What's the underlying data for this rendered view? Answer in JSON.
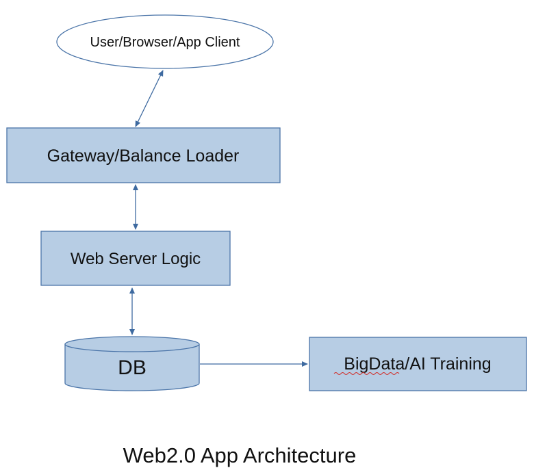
{
  "colors": {
    "node_fill": "#b7cde4",
    "node_stroke": "#4a74a8",
    "arrow": "#3e6aa0",
    "spell_underline": "#d0302a"
  },
  "nodes": {
    "client": "User/Browser/App Client",
    "gateway": "Gateway/Balance Loader",
    "web_server": "Web Server Logic",
    "db": "DB",
    "bigdata": {
      "word": "BigData",
      "rest": "/AI Training"
    }
  },
  "caption": "Web2.0 App Architecture"
}
